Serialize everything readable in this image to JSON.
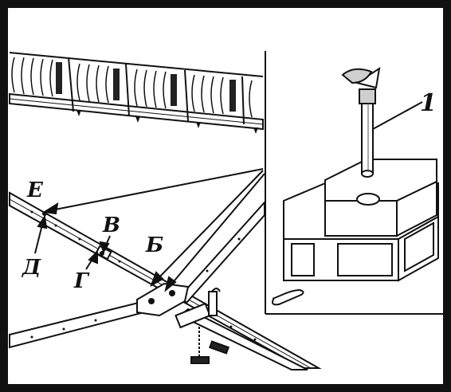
{
  "labels": {
    "e": "Е",
    "v": "В",
    "b": "Б",
    "d": "Д",
    "g": "Г",
    "one": "1"
  },
  "colors": {
    "ink": "#111111",
    "paper": "#ffffff",
    "shade": "#cfcfcf"
  }
}
